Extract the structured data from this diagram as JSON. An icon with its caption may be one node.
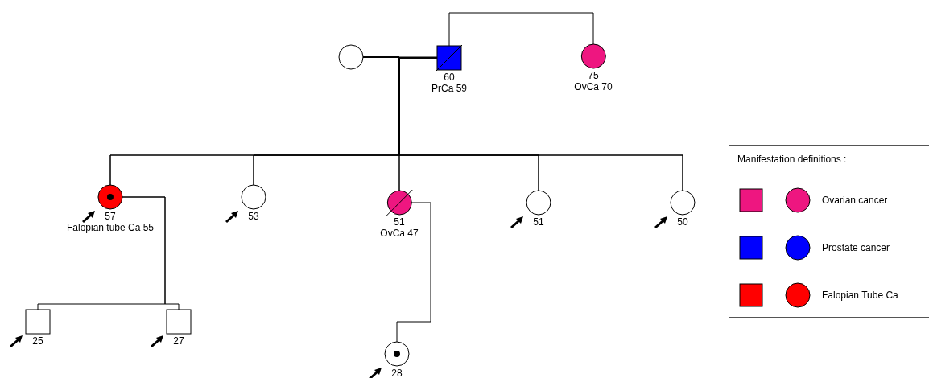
{
  "diagram": {
    "nodes": [
      {
        "text": [],
        "shape": "circle"
      },
      {
        "text": [
          "60",
          "PrCa 59"
        ]
      },
      {
        "text": [
          "75",
          "OvCa 70"
        ]
      },
      {
        "text": [
          "57",
          "Falopian tube Ca 55"
        ]
      },
      {
        "text": [
          "53"
        ]
      },
      {
        "text": [
          "51",
          "OvCa 47"
        ]
      },
      {
        "text": [
          "51"
        ]
      },
      {
        "text": [
          "50"
        ]
      },
      {
        "text": [
          "25"
        ]
      },
      {
        "text": [
          "27"
        ]
      },
      {
        "text": [
          "28"
        ]
      }
    ],
    "edges": [
      {
        "from": 0,
        "to": 1,
        "arrow": "none"
      },
      {
        "from": 1,
        "to": 2,
        "arrow": "none"
      },
      {
        "from": 0,
        "to": 3,
        "arrow": "none"
      },
      {
        "from": 0,
        "to": 4,
        "arrow": "none"
      },
      {
        "from": 0,
        "to": 5,
        "arrow": "none"
      },
      {
        "from": 0,
        "to": 6,
        "arrow": "none"
      },
      {
        "from": 0,
        "to": 7,
        "arrow": "none"
      },
      {
        "from": 1,
        "to": 3,
        "arrow": "none"
      },
      {
        "from": 1,
        "to": 4,
        "arrow": "none"
      },
      {
        "from": 1,
        "to": 5,
        "arrow": "none"
      },
      {
        "from": 1,
        "to": 6,
        "arrow": "none"
      },
      {
        "from": 1,
        "to": 7,
        "arrow": "none"
      },
      {
        "from": 3,
        "to": 8,
        "arrow": "none"
      },
      {
        "from": 3,
        "to": 9,
        "arrow": "none"
      },
      {
        "from": 5,
        "to": 10,
        "arrow": "none"
      }
    ],
    "labels": [
      "Manifestation definitions :"
    ],
    "legend": [
      {
        "text": "Ovarian cancer",
        "color": "#ee1680"
      },
      {
        "text": "Prostate cancer",
        "color": "#0000ff"
      },
      {
        "text": "Falopian Tube Ca",
        "color": "#ff0000"
      }
    ]
  }
}
